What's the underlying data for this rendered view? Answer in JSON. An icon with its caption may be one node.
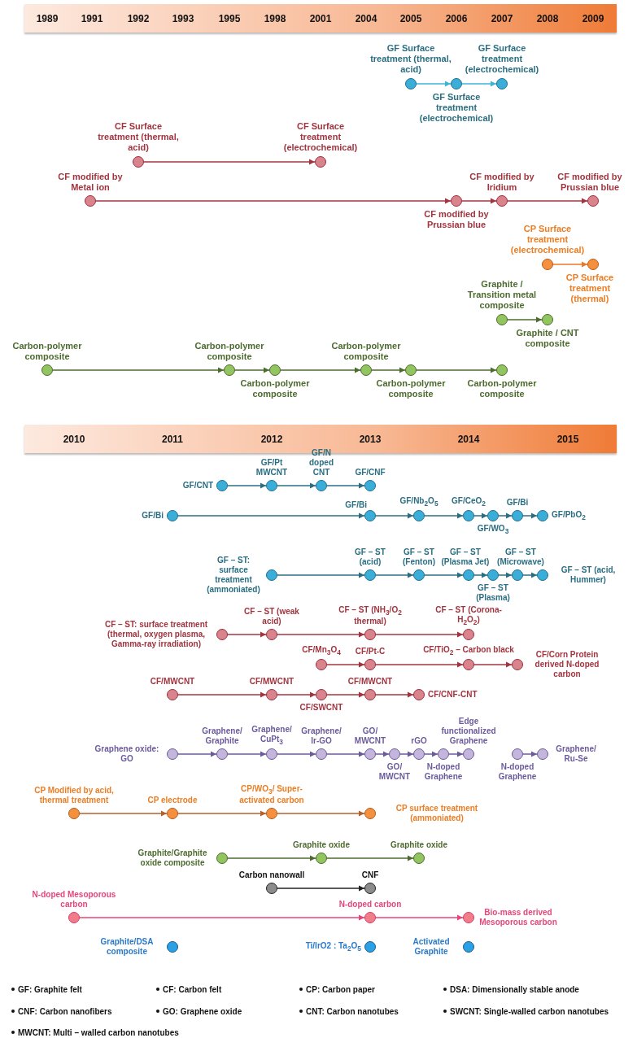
{
  "diagram": {
    "nodes": [
      {
        "text": [],
        "shape": "circle",
        "beside": [
          "GF Surface treatment (thermal, acid)"
        ]
      },
      {
        "text": [],
        "shape": "circle",
        "beside": [
          "GF Surface treatment (electrochemical)"
        ]
      },
      {
        "text": [],
        "shape": "circle",
        "beside": [
          "GF Surface treatment (electrochemical)"
        ]
      },
      {
        "text": [],
        "shape": "circle",
        "beside": [
          "CF Surface treatment (thermal, acid)"
        ]
      },
      {
        "text": [],
        "shape": "circle",
        "beside": [
          "CF Surface treatment (electrochemical)"
        ]
      },
      {
        "text": [],
        "shape": "circle",
        "beside": [
          "CF modified by Metal ion"
        ]
      },
      {
        "text": [],
        "shape": "circle",
        "beside": [
          "CF modified by Prussian blue"
        ]
      },
      {
        "text": [],
        "shape": "circle",
        "beside": [
          "CF modified by Iridium"
        ]
      },
      {
        "text": [],
        "shape": "circle",
        "beside": [
          "CF modified by Prussian blue"
        ]
      },
      {
        "text": [],
        "shape": "circle",
        "beside": [
          "CP Surface treatment (electrochemical)"
        ]
      },
      {
        "text": [],
        "shape": "circle",
        "beside": [
          "CP Surface treatment (thermal)"
        ]
      },
      {
        "text": [],
        "shape": "circle",
        "beside": [
          "Graphite / Transition metal composite"
        ]
      },
      {
        "text": [],
        "shape": "circle",
        "beside": [
          "Graphite / CNT composite"
        ]
      },
      {
        "text": [],
        "shape": "circle",
        "beside": [
          "Carbon-polymer composite"
        ]
      },
      {
        "text": [],
        "shape": "circle",
        "beside": [
          "Carbon-polymer composite"
        ]
      },
      {
        "text": [],
        "shape": "circle",
        "beside": [
          "Carbon-polymer composite"
        ]
      },
      {
        "text": [],
        "shape": "circle",
        "beside": [
          "Carbon-polymer composite"
        ]
      },
      {
        "text": [],
        "shape": "circle",
        "beside": [
          "Carbon-polymer composite"
        ]
      },
      {
        "text": [],
        "shape": "circle",
        "beside": [
          "Carbon-polymer composite"
        ]
      },
      {
        "text": [],
        "shape": "circle",
        "beside": [
          "GF/CNT"
        ]
      },
      {
        "text": [],
        "shape": "circle",
        "beside": [
          "GF/Pt MWCNT"
        ]
      },
      {
        "text": [],
        "shape": "circle",
        "beside": [
          "GF/N doped CNT"
        ]
      },
      {
        "text": [],
        "shape": "circle",
        "beside": [
          "GF/CNF"
        ]
      },
      {
        "text": [],
        "shape": "circle",
        "beside": [
          "GF/Bi"
        ]
      },
      {
        "text": [],
        "shape": "circle",
        "beside": [
          "GF/Bi"
        ]
      },
      {
        "text": [],
        "shape": "circle",
        "beside": [
          "GF/Nb$_{2}$O$_{5}$"
        ]
      },
      {
        "text": [],
        "shape": "circle",
        "beside": [
          "GF/CeO$_{2}$"
        ]
      },
      {
        "text": [],
        "shape": "circle",
        "beside": [
          "GF/WO$_{3}$"
        ]
      },
      {
        "text": [],
        "shape": "circle",
        "beside": [
          "GF/Bi"
        ]
      },
      {
        "text": [],
        "shape": "circle",
        "beside": [
          "GF/PbO$_{2}$"
        ]
      },
      {
        "text": [],
        "shape": "circle",
        "beside": [
          "GF – ST: surface treatment (ammoniated)"
        ]
      },
      {
        "text": [],
        "shape": "circle",
        "beside": [
          "GF – ST (acid)"
        ]
      },
      {
        "text": [],
        "shape": "circle",
        "beside": [
          "GF – ST (Fenton)"
        ]
      },
      {
        "text": [],
        "shape": "circle",
        "beside": [
          "GF – ST (Plasma Jet)"
        ]
      },
      {
        "text": [],
        "shape": "circle",
        "beside": [
          "GF – ST (Plasma)"
        ]
      },
      {
        "text": [],
        "shape": "circle",
        "beside": [
          "GF – ST (Microwave)"
        ]
      },
      {
        "text": [],
        "shape": "circle",
        "beside": [
          "GF – ST (acid, Hummer)"
        ]
      },
      {
        "text": [],
        "shape": "circle",
        "beside": [
          "CF – ST: surface treatment (thermal, oxygen plasma, Gamma-ray irradiation)"
        ]
      },
      {
        "text": [],
        "shape": "circle",
        "beside": [
          "CF – ST (weak acid)"
        ]
      },
      {
        "text": [],
        "shape": "circle",
        "beside": [
          "CF – ST (NH$_{3}$/O$_{2}$ thermal)"
        ]
      },
      {
        "text": [],
        "shape": "circle",
        "beside": [
          "CF – ST (Corona-H$_{2}$O$_{2}$)"
        ]
      },
      {
        "text": [],
        "shape": "circle",
        "beside": [
          "CF/Mn$_{3}$O$_{4}$"
        ]
      },
      {
        "text": [],
        "shape": "circle",
        "beside": [
          "CF/Pt-C"
        ]
      },
      {
        "text": [],
        "shape": "circle",
        "beside": [
          "CF/TiO$_{2}$ – Carbon black"
        ]
      },
      {
        "text": [],
        "shape": "circle",
        "beside": [
          "CF/Corn Protein derived N-doped carbon"
        ]
      },
      {
        "text": [],
        "shape": "circle",
        "beside": [
          "CF/MWCNT"
        ]
      },
      {
        "text": [],
        "shape": "circle",
        "beside": [
          "CF/MWCNT"
        ]
      },
      {
        "text": [],
        "shape": "circle",
        "beside": [
          "CF/SWCNT"
        ]
      },
      {
        "text": [],
        "shape": "circle",
        "beside": [
          "CF/MWCNT"
        ]
      },
      {
        "text": [],
        "shape": "circle",
        "beside": [
          "CF/CNF-CNT"
        ]
      },
      {
        "text": [],
        "shape": "circle",
        "beside": [
          "Graphene oxide: GO"
        ]
      },
      {
        "text": [],
        "shape": "circle",
        "beside": [
          "Graphene/ Graphite"
        ]
      },
      {
        "text": [],
        "shape": "circle",
        "beside": [
          "Graphene/ CuPt$_{3}$"
        ]
      },
      {
        "text": [],
        "shape": "circle",
        "beside": [
          "Graphene/ Ir-GO"
        ]
      },
      {
        "text": [],
        "shape": "circle",
        "beside": [
          "GO/ MWCNT"
        ]
      },
      {
        "text": [],
        "shape": "circle",
        "beside": [
          "GO/ MWCNT"
        ]
      },
      {
        "text": [],
        "shape": "circle",
        "beside": [
          "rGO"
        ]
      },
      {
        "text": [],
        "shape": "circle",
        "beside": [
          "N-doped Graphene"
        ]
      },
      {
        "text": [],
        "shape": "circle",
        "beside": [
          "Edge functionalized Graphene"
        ]
      },
      {
        "text": [],
        "shape": "circle",
        "beside": [
          "N-doped Graphene"
        ]
      },
      {
        "text": [],
        "shape": "circle",
        "beside": [
          "Graphene/ Ru-Se"
        ]
      },
      {
        "text": [],
        "shape": "circle",
        "beside": [
          "CP Modified by acid, thermal treatment"
        ]
      },
      {
        "text": [],
        "shape": "circle",
        "beside": [
          "CP electrode"
        ]
      },
      {
        "text": [],
        "shape": "circle",
        "beside": [
          "CP/WO$_{3}$/ Super-activated carbon"
        ]
      },
      {
        "text": [],
        "shape": "circle",
        "beside": [
          "CP surface treatment (ammoniated)"
        ]
      },
      {
        "text": [],
        "shape": "circle",
        "beside": [
          "Graphite/Graphite oxide composite"
        ]
      },
      {
        "text": [],
        "shape": "circle",
        "beside": [
          "Graphite oxide"
        ]
      },
      {
        "text": [],
        "shape": "circle",
        "beside": [
          "Graphite oxide"
        ]
      },
      {
        "text": [],
        "shape": "circle",
        "beside": [
          "Carbon nanowall"
        ]
      },
      {
        "text": [],
        "shape": "circle",
        "beside": [
          "CNF"
        ]
      },
      {
        "text": [],
        "shape": "circle",
        "beside": [
          "N-doped Mesoporous carbon"
        ]
      },
      {
        "text": [],
        "shape": "circle",
        "beside": [
          "N-doped carbon"
        ]
      },
      {
        "text": [],
        "shape": "circle",
        "beside": [
          "Bio-mass derived Mesoporous carbon"
        ]
      },
      {
        "text": [],
        "shape": "circle",
        "beside": [
          "Graphite/DSA composite"
        ]
      },
      {
        "text": [],
        "shape": "circle",
        "beside": [
          "Ti/IrO2 : Ta$_{2}$O$_{5}$"
        ]
      },
      {
        "text": [],
        "shape": "circle",
        "beside": [
          "Activated Graphite"
        ]
      }
    ],
    "edges": [
      {
        "from": 0,
        "to": 1,
        "arrow": "to",
        "color": "#3db5d8"
      },
      {
        "from": 1,
        "to": 2,
        "arrow": "to",
        "color": "#3db5d8"
      },
      {
        "from": 3,
        "to": 4,
        "arrow": "to",
        "color": "#a3343f"
      },
      {
        "from": 5,
        "to": 6,
        "arrow": "to",
        "color": "#a3343f"
      },
      {
        "from": 6,
        "to": 7,
        "arrow": "to",
        "color": "#a3343f"
      },
      {
        "from": 7,
        "to": 8,
        "arrow": "to",
        "color": "#a3343f"
      },
      {
        "from": 9,
        "to": 10,
        "arrow": "to",
        "color": "#e8782a"
      },
      {
        "from": 11,
        "to": 12,
        "arrow": "to",
        "color": "#4d6b2f"
      },
      {
        "from": 13,
        "to": 14,
        "arrow": "to",
        "color": "#4d6b2f"
      },
      {
        "from": 14,
        "to": 15,
        "arrow": "to",
        "color": "#4d6b2f"
      },
      {
        "from": 15,
        "to": 16,
        "arrow": "to",
        "color": "#4d6b2f"
      },
      {
        "from": 16,
        "to": 17,
        "arrow": "to",
        "color": "#4d6b2f"
      },
      {
        "from": 17,
        "to": 18,
        "arrow": "to",
        "color": "#4d6b2f"
      },
      {
        "from": 19,
        "to": 20,
        "arrow": "to",
        "color": "#2b6e82"
      },
      {
        "from": 20,
        "to": 21,
        "arrow": "to",
        "color": "#2b6e82"
      },
      {
        "from": 21,
        "to": 22,
        "arrow": "to",
        "color": "#2b6e82"
      },
      {
        "from": 23,
        "to": 24,
        "arrow": "to",
        "color": "#2b6e82"
      },
      {
        "from": 24,
        "to": 25,
        "arrow": "to",
        "color": "#2b6e82"
      },
      {
        "from": 25,
        "to": 26,
        "arrow": "to",
        "color": "#2b6e82"
      },
      {
        "from": 26,
        "to": 27,
        "arrow": "to",
        "color": "#2b6e82"
      },
      {
        "from": 27,
        "to": 28,
        "arrow": "to",
        "color": "#2b6e82"
      },
      {
        "from": 28,
        "to": 29,
        "arrow": "to",
        "color": "#2b6e82"
      },
      {
        "from": 30,
        "to": 31,
        "arrow": "to",
        "color": "#2b6e82"
      },
      {
        "from": 31,
        "to": 32,
        "arrow": "to",
        "color": "#2b6e82"
      },
      {
        "from": 32,
        "to": 33,
        "arrow": "to",
        "color": "#2b6e82"
      },
      {
        "from": 33,
        "to": 34,
        "arrow": "to",
        "color": "#2b6e82"
      },
      {
        "from": 34,
        "to": 35,
        "arrow": "to",
        "color": "#2b6e82"
      },
      {
        "from": 35,
        "to": 36,
        "arrow": "to",
        "color": "#2b6e82"
      },
      {
        "from": 37,
        "to": 38,
        "arrow": "to",
        "color": "#a3343f"
      },
      {
        "from": 38,
        "to": 39,
        "arrow": "to",
        "color": "#a3343f"
      },
      {
        "from": 39,
        "to": 40,
        "arrow": "to",
        "color": "#a3343f"
      },
      {
        "from": 41,
        "to": 42,
        "arrow": "to",
        "color": "#a3343f"
      },
      {
        "from": 42,
        "to": 43,
        "arrow": "to",
        "color": "#a3343f"
      },
      {
        "from": 43,
        "to": 44,
        "arrow": "to",
        "color": "#a3343f"
      },
      {
        "from": 45,
        "to": 46,
        "arrow": "to",
        "color": "#a3343f"
      },
      {
        "from": 46,
        "to": 47,
        "arrow": "to",
        "color": "#a3343f"
      },
      {
        "from": 47,
        "to": 48,
        "arrow": "to",
        "color": "#a3343f"
      },
      {
        "from": 48,
        "to": 49,
        "arrow": "to",
        "color": "#a3343f"
      },
      {
        "from": 50,
        "to": 51,
        "arrow": "to",
        "color": "#6b5b9b"
      },
      {
        "from": 51,
        "to": 52,
        "arrow": "to",
        "color": "#6b5b9b"
      },
      {
        "from": 52,
        "to": 53,
        "arrow": "to",
        "color": "#6b5b9b"
      },
      {
        "from": 53,
        "to": 54,
        "arrow": "to",
        "color": "#6b5b9b"
      },
      {
        "from": 54,
        "to": 55,
        "arrow": "to",
        "color": "#6b5b9b"
      },
      {
        "from": 55,
        "to": 56,
        "arrow": "to",
        "color": "#6b5b9b"
      },
      {
        "from": 56,
        "to": 57,
        "arrow": "to",
        "color": "#6b5b9b"
      },
      {
        "from": 57,
        "to": 58,
        "arrow": "to",
        "color": "#6b5b9b"
      },
      {
        "from": 59,
        "to": 60,
        "arrow": "to",
        "color": "#6b5b9b"
      },
      {
        "from": 61,
        "to": 62,
        "arrow": "to",
        "color": "#b5602c"
      },
      {
        "from": 62,
        "to": 63,
        "arrow": "to",
        "color": "#b5602c"
      },
      {
        "from": 63,
        "to": 64,
        "arrow": "to",
        "color": "#b5602c"
      },
      {
        "from": 65,
        "to": 66,
        "arrow": "to",
        "color": "#4d6b2f"
      },
      {
        "from": 66,
        "to": 67,
        "arrow": "to",
        "color": "#4d6b2f"
      },
      {
        "from": 68,
        "to": 69,
        "arrow": "to",
        "color": "#222222"
      },
      {
        "from": 70,
        "to": 71,
        "arrow": "to",
        "color": "#e8457a"
      },
      {
        "from": 71,
        "to": 72,
        "arrow": "to",
        "color": "#e8457a"
      }
    ],
    "labels": [
      "1989",
      "1991",
      "1992",
      "1993",
      "1995",
      "1998",
      "2001",
      "2004",
      "2005",
      "2006",
      "2007",
      "2008",
      "2009",
      "2010",
      "2011",
      "2012",
      "2013",
      "2014",
      "2015",
      "GF: Graphite felt",
      "CF: Carbon felt",
      "CP: Carbon paper",
      "DSA: Dimensionally stable anode",
      "CNF: Carbon nanofibers",
      "GO: Graphene oxide",
      "CNT: Carbon nanotubes",
      "SWCNT: Single-walled carbon nanotubes",
      "MWCNT: Multi – walled carbon nanotubes"
    ]
  }
}
